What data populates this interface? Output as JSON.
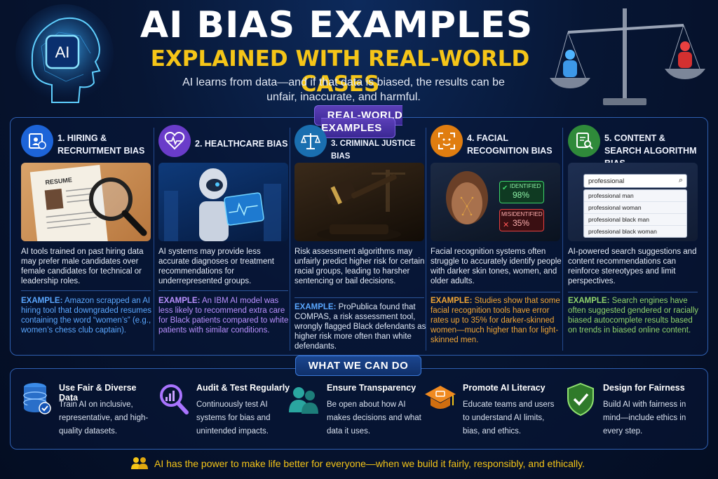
{
  "header": {
    "badge": "AI",
    "title": "AI BIAS EXAMPLES",
    "subtitle": "EXPLAINED WITH REAL-WORLD CASES",
    "intro": "AI learns from data—and if that data is biased, the results can be unfair, inaccurate, and harmful."
  },
  "examples": {
    "label": "REAL-WORLD EXAMPLES",
    "items": [
      {
        "title": "1. HIRING & RECRUITMENT BIAS",
        "image_text": "RESUME",
        "desc": "AI tools trained on past hiring data may prefer male candidates over female candidates for technical or leadership roles.",
        "ex_label": "EXAMPLE:",
        "ex_text": "Amazon scrapped an AI hiring tool that downgraded resumes containing the word “women’s” (e.g., women’s chess club captain).",
        "color": "#3a8cff"
      },
      {
        "title": "2. HEALTHCARE BIAS",
        "desc": "AI systems may provide less accurate diagnoses or treatment recommendations for underrepresented groups.",
        "ex_label": "EXAMPLE:",
        "ex_text": "An IBM AI model was less likely to recommend extra care for Black patients compared to white patients with similar conditions.",
        "color": "#a974ff"
      },
      {
        "title": "3. CRIMINAL JUSTICE BIAS",
        "desc": "Risk assessment algorithms may unfairly predict higher risk for certain racial groups, leading to harsher sentencing or bail decisions.",
        "ex_label": "EXAMPLE:",
        "ex_text": "ProPublica found that COMPAS, a risk assessment tool, wrongly flagged Black defendants as higher risk more often than white defendants.",
        "color": "#5ba7ff"
      },
      {
        "title": "4. FACIAL RECOGNITION BIAS",
        "identified_label": "IDENTIFIED",
        "identified_pct": "98%",
        "misidentified_label": "MISIDENTIFIED",
        "misidentified_pct": "35%",
        "desc": "Facial recognition systems often struggle to accurately identify people with darker skin tones, women, and older adults.",
        "ex_label": "EXAMPLE:",
        "ex_text": "Studies show that some facial recognition tools have error rates up to 35% for darker-skinned women—much higher than for light-skinned men.",
        "color": "#f0a020"
      },
      {
        "title": "5. CONTENT & SEARCH ALGORITHM BIAS",
        "search_query": "professional",
        "suggestions": [
          "professional man",
          "professional woman",
          "professional black man",
          "professional black woman"
        ],
        "desc": "AI-powered search suggestions and content recommendations can reinforce stereotypes and limit perspectives.",
        "ex_label": "EXAMPLE:",
        "ex_text": "Search engines have often suggested gendered or racially biased autocomplete results based on trends in biased online content.",
        "color": "#7cc95a"
      }
    ]
  },
  "actions": {
    "label": "WHAT WE CAN DO",
    "items": [
      {
        "title": "Use Fair & Diverse Data",
        "desc": "Train AI on inclusive, representative, and high-quality datasets."
      },
      {
        "title": "Audit & Test Regularly",
        "desc": "Continuously test AI systems for bias and unintended impacts."
      },
      {
        "title": "Ensure Transparency",
        "desc": "Be open about how AI makes decisions and what data it uses."
      },
      {
        "title": "Promote AI Literacy",
        "desc": "Educate teams and users to understand AI limits, bias, and ethics."
      },
      {
        "title": "Design for Fairness",
        "desc": "Build AI with fairness in mind—include ethics in every step."
      }
    ]
  },
  "footer": "AI has the power to make life better for everyone—when we build it fairly, responsibly, and ethically."
}
